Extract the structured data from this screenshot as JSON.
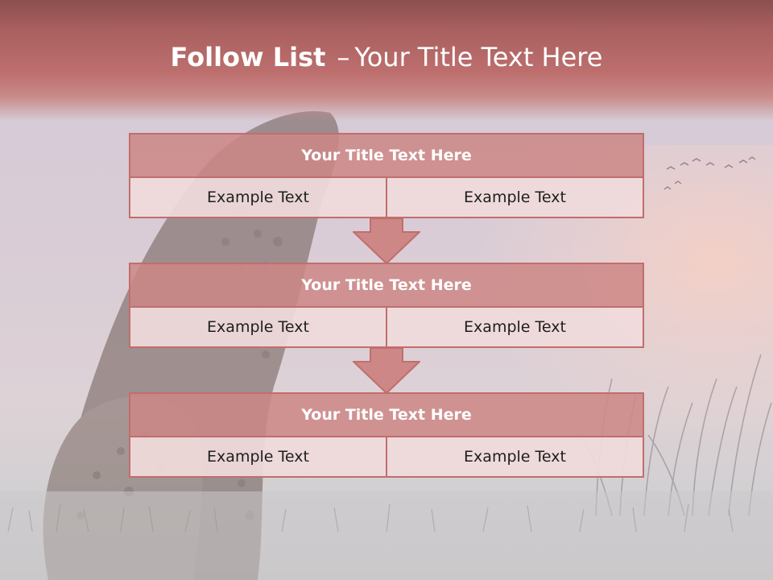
{
  "slide": {
    "title_bold": "Follow List",
    "title_sep": "–",
    "title_rest": "Your Title Text Here"
  },
  "blocks": [
    {
      "title": "Your Title Text Here",
      "cells": [
        "Example Text",
        "Example Text"
      ]
    },
    {
      "title": "Your Title Text Here",
      "cells": [
        "Example Text",
        "Example Text"
      ]
    },
    {
      "title": "Your Title Text Here",
      "cells": [
        "Example Text",
        "Example Text"
      ]
    }
  ],
  "colors": {
    "header": "#b46a69",
    "block_title_fill": "#cd8786",
    "block_border": "#c06e6d",
    "cell_fill": "#f0dadc",
    "arrow_fill": "#cd8786"
  }
}
